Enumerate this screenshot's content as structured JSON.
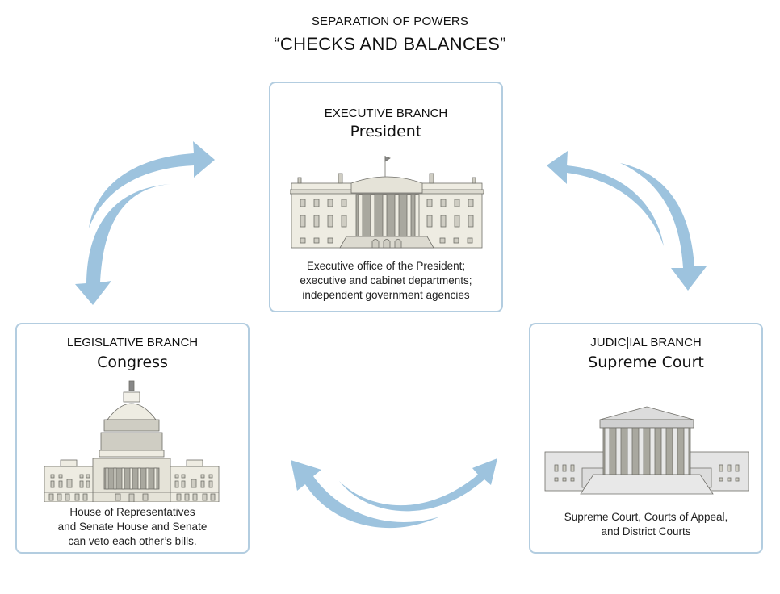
{
  "header": {
    "subtitle": "SEPARATION OF POWERS",
    "title": "“CHECKS AND BALANCES”"
  },
  "branches": {
    "executive": {
      "label": "EXECUTIVE BRANCH",
      "head": "President",
      "building_icon": "white-house-icon",
      "description": [
        "Executive office of the President;",
        "executive and cabinet departments;",
        "independent government agencies"
      ]
    },
    "legislative": {
      "label": "LEGISLATIVE BRANCH",
      "head": "Congress",
      "building_icon": "capitol-building-icon",
      "description": [
        "House of Representatives",
        "and Senate House and Senate",
        "can veto each other’s bills."
      ]
    },
    "judicial": {
      "label": "JUDIC|IAL BRANCH",
      "head": "Supreme Court",
      "building_icon": "supreme-court-building-icon",
      "description": [
        "Supreme Court, Courts of Appeal,",
        "and District Courts"
      ]
    }
  },
  "arrows": [
    {
      "name": "legislative-executive-arrows",
      "between": [
        "legislative",
        "executive"
      ]
    },
    {
      "name": "executive-judicial-arrows",
      "between": [
        "executive",
        "judicial"
      ]
    },
    {
      "name": "legislative-judicial-arrows",
      "between": [
        "legislative",
        "judicial"
      ]
    }
  ],
  "colors": {
    "arrow": "#9dc3de",
    "box_border": "#b3cde0",
    "building_light": "#eeece2",
    "building_mid": "#cfcdc3",
    "building_dark": "#a9a89f",
    "building_line": "#6f6e68"
  }
}
